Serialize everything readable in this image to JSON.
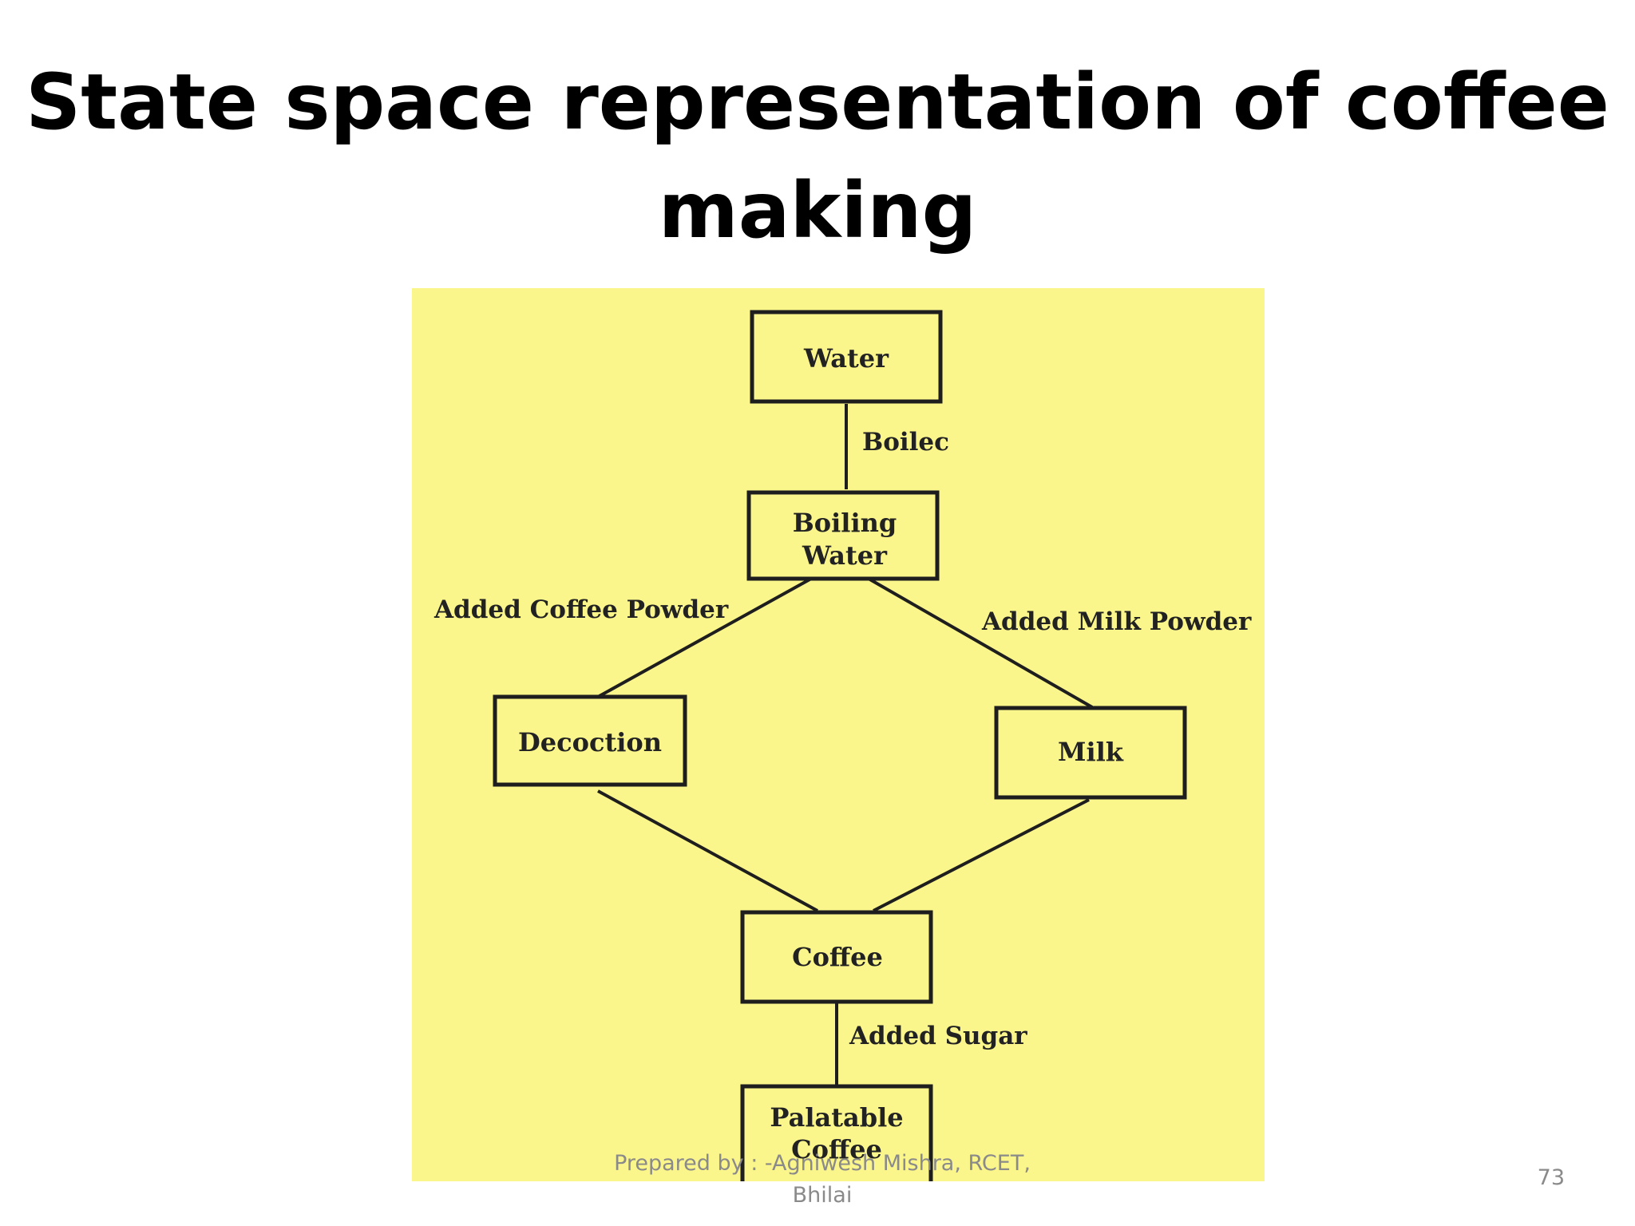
{
  "title": {
    "line1": "State space representation of coffee",
    "line2": "making"
  },
  "diagram": {
    "background_color": "#fbf68b",
    "nodes": {
      "water": "Water",
      "boiling_water": [
        "Boiling",
        "Water"
      ],
      "decoction": "Decoction",
      "milk": "Milk",
      "coffee": "Coffee",
      "palatable_coffee": [
        "Palatable",
        "Coffee"
      ]
    },
    "edges": {
      "water_to_boiling": "Boilec",
      "boiling_to_decoction": "Added Coffee Powder",
      "boiling_to_milk": "Added Milk Powder",
      "coffee_to_palatable": "Added Sugar"
    }
  },
  "footer": {
    "line1": "Prepared by : -Agniwesh Mishra, RCET,",
    "line2": "Bhilai"
  },
  "page_number": "73"
}
